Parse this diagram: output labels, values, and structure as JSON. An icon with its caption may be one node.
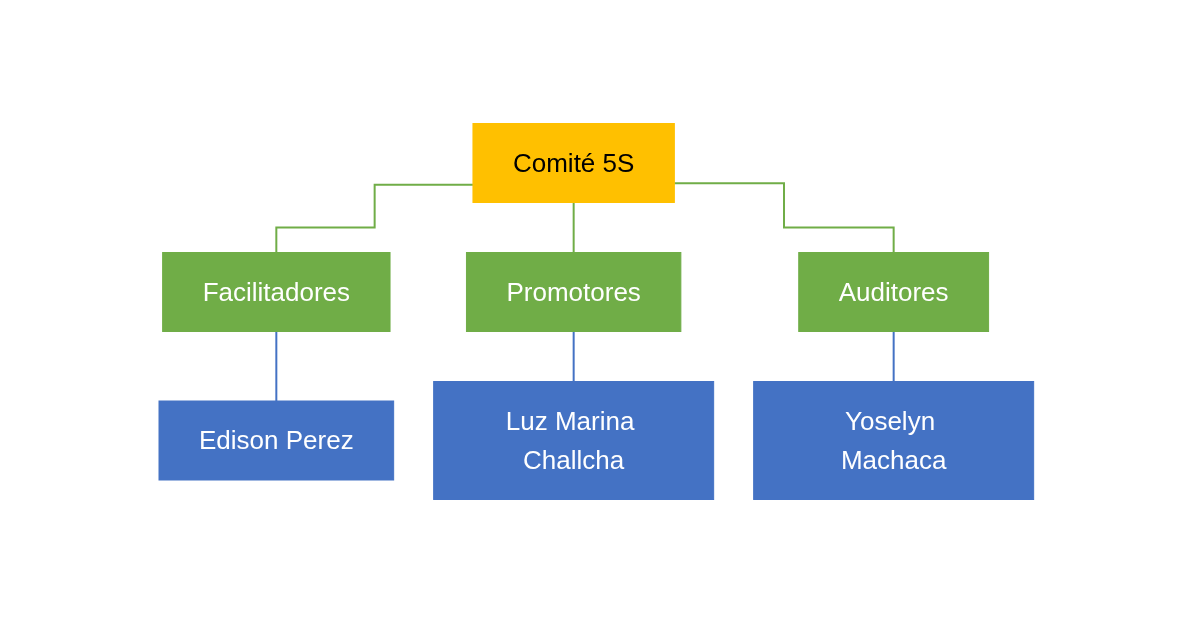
{
  "diagram": {
    "nodes": [
      {
        "text": [
          "Comité 5S"
        ]
      },
      {
        "text": [
          "Facilitadores"
        ]
      },
      {
        "text": [
          "Promotores"
        ]
      },
      {
        "text": [
          "Auditores"
        ]
      },
      {
        "text": [
          "Edison Perez"
        ]
      },
      {
        "text": [
          "Luz Marina Challcha"
        ]
      },
      {
        "text": [
          "Yoselyn Machaca"
        ]
      }
    ],
    "edges": [
      {
        "from": 0,
        "to": 1,
        "arrow": "none",
        "color": "#70ad47"
      },
      {
        "from": 0,
        "to": 2,
        "arrow": "none",
        "color": "#70ad47"
      },
      {
        "from": 0,
        "to": 3,
        "arrow": "none",
        "color": "#70ad47"
      },
      {
        "from": 1,
        "to": 4,
        "arrow": "none",
        "color": "#4472c4"
      },
      {
        "from": 2,
        "to": 5,
        "arrow": "none",
        "color": "#4472c4"
      },
      {
        "from": 3,
        "to": 6,
        "arrow": "none",
        "color": "#4472c4"
      }
    ]
  }
}
